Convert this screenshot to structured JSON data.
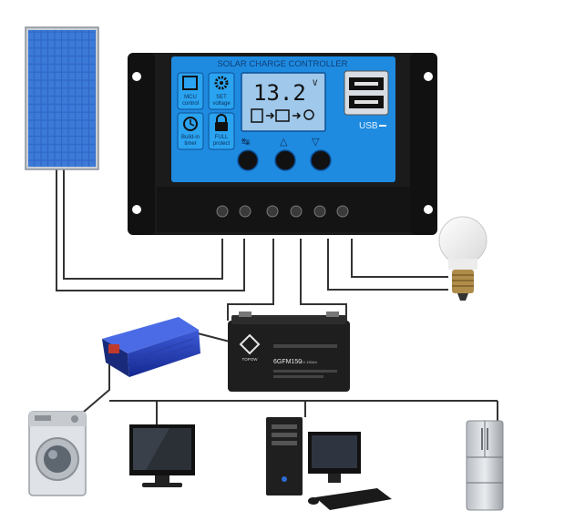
{
  "controller": {
    "title": "SOLAR CHARGE CONTROLLER",
    "lcd_voltage": "13.2",
    "lcd_unit": "V",
    "usb_label": "USB",
    "tiles": [
      {
        "icon": "chip-icon",
        "line1": "MCU",
        "line2": "control"
      },
      {
        "icon": "gear-icon",
        "line1": "SET",
        "line2": "voltage"
      },
      {
        "icon": "clock-icon",
        "line1": "Build-in",
        "line2": "timer"
      },
      {
        "icon": "lock-icon",
        "line1": "FULL",
        "line2": "protect"
      }
    ],
    "buttons": [
      {
        "name": "menu-button",
        "symbol": "↹"
      },
      {
        "name": "up-button",
        "symbol": "△"
      },
      {
        "name": "down-button",
        "symbol": "▽"
      }
    ]
  },
  "battery": {
    "brand": "TOPOW",
    "model": "6GFM150",
    "model_note": "12V 150Ah"
  },
  "colors": {
    "panel_blue": "#1f8be0",
    "lcd_bg": "#9fc8ea",
    "wire": "#333333",
    "body": "#1b1b1b"
  }
}
